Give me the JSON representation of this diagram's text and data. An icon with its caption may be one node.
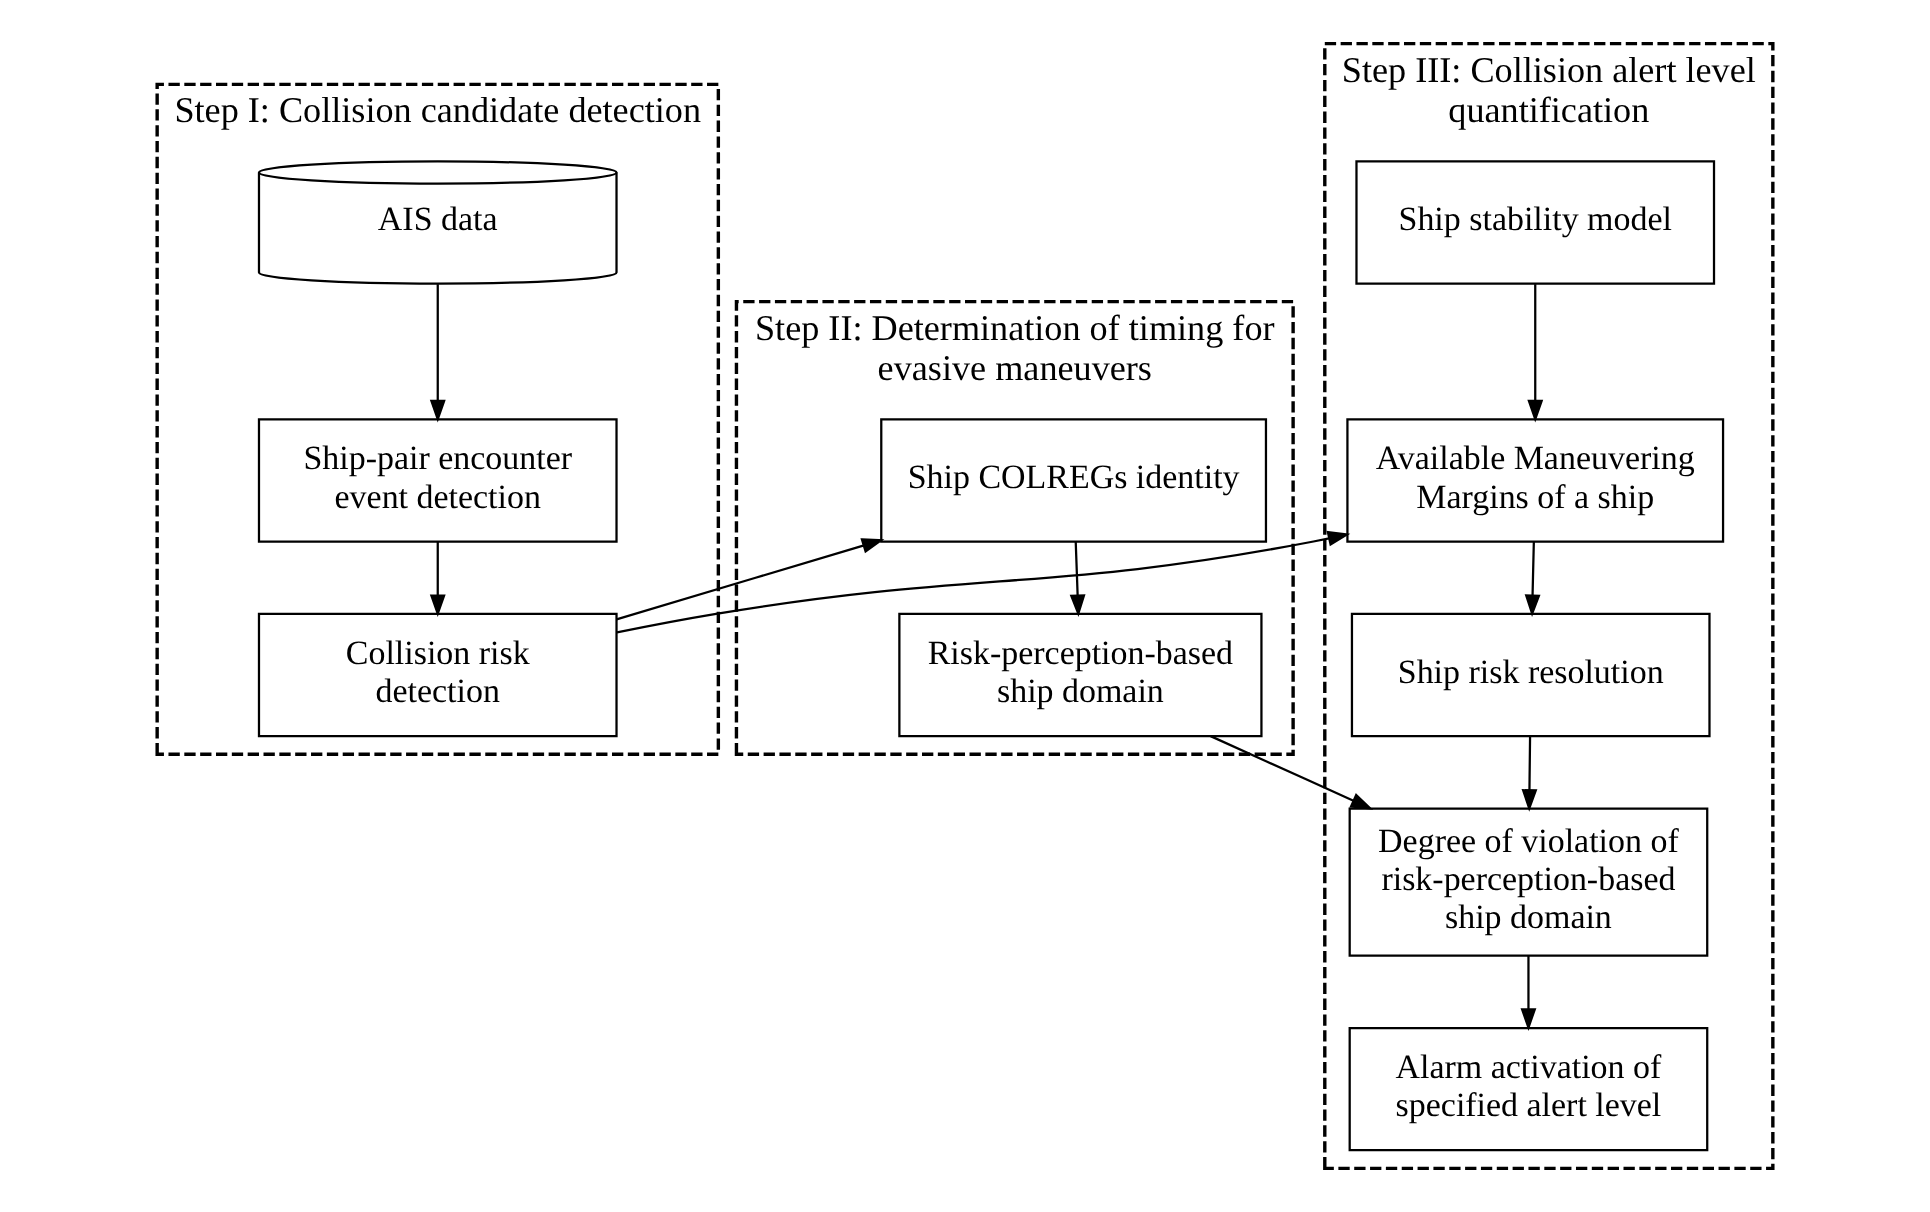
{
  "diagram": {
    "nodes": [
      {
        "text": [
          "Step I: Collision candidate detection"
        ]
      },
      {
        "text": [
          "AIS data"
        ],
        "in": 0
      },
      {
        "text": [
          "Ship-pair encounter event detection"
        ],
        "in": 0
      },
      {
        "text": [
          "Collision risk detection"
        ],
        "in": 0
      },
      {
        "text": [
          "Step II: Determination of timing for evasive maneuvers"
        ]
      },
      {
        "text": [
          "Ship COLREGs identity"
        ],
        "in": 4
      },
      {
        "text": [
          "Risk-perception-based ship domain"
        ],
        "in": 4
      },
      {
        "text": [
          "Step III: Collision alert level quantification"
        ]
      },
      {
        "text": [
          "Ship risk resolution"
        ],
        "in": 7
      },
      {
        "text": [
          "Degree of violation of risk-perception-based ship domain"
        ],
        "in": 7
      },
      {
        "text": [
          "Available Maneuvering Margins of a ship"
        ],
        "in": 7
      },
      {
        "text": [
          "Alarm activation of specified alert level"
        ],
        "in": 7
      },
      {
        "text": [
          "Ship stability model"
        ],
        "in": 7
      }
    ],
    "edges": [
      {
        "from": 1,
        "to": 2,
        "arrow": "to"
      },
      {
        "from": 2,
        "to": 3,
        "arrow": "to"
      },
      {
        "from": 3,
        "to": 5,
        "arrow": "to"
      },
      {
        "from": 5,
        "to": 6,
        "arrow": "to"
      },
      {
        "from": 3,
        "to": 10,
        "arrow": "to"
      },
      {
        "from": 6,
        "to": 9,
        "arrow": "to"
      },
      {
        "from": 10,
        "to": 8,
        "arrow": "to"
      },
      {
        "from": 8,
        "to": 9,
        "arrow": "to"
      },
      {
        "from": 12,
        "to": 10,
        "arrow": "to"
      },
      {
        "from": 9,
        "to": 11,
        "arrow": "to"
      }
    ]
  }
}
